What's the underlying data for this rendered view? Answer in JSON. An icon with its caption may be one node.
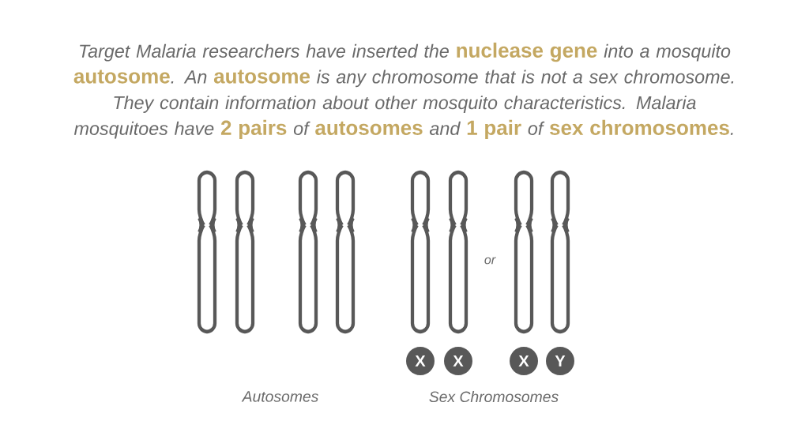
{
  "diagram": {
    "nodes": [
      {
        "text": [
          "X"
        ]
      },
      {
        "text": [
          "X"
        ]
      },
      {
        "text": [
          "X"
        ]
      },
      {
        "text": [
          "Y"
        ]
      }
    ],
    "labels": [
      "Target Malaria researchers have inserted the **nuclease gene** into a mosquito **autosome**. An **autosome** is any chromosome that is not a sex chromosome. They contain information about other mosquito characteristics. Malaria mosquitoes have **2 pairs** of **autosomes** and **1 pair** of **sex chromosomes**.",
      "or",
      "Autosomes",
      "Sex Chromosomes"
    ]
  }
}
